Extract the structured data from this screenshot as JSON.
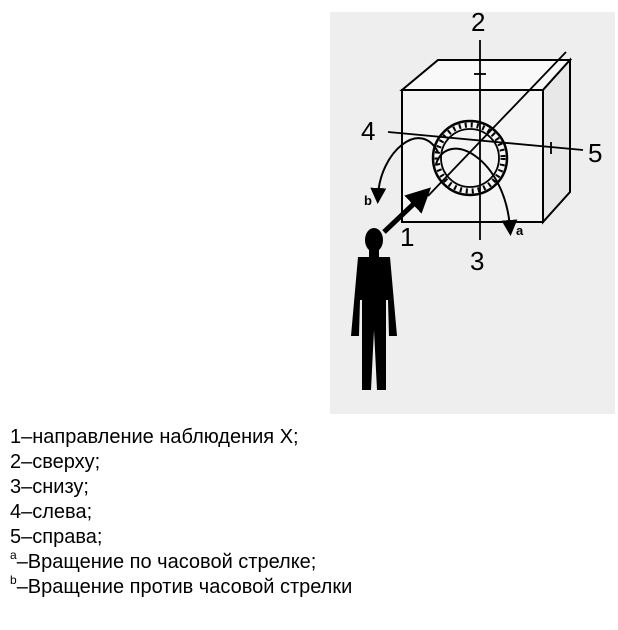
{
  "diagram": {
    "labels": {
      "n1": "1",
      "n2": "2",
      "n3": "3",
      "n4": "4",
      "n5": "5",
      "a": "a",
      "b": "b"
    }
  },
  "legend": {
    "items": [
      {
        "sup": "",
        "text": "1–направление наблюдения X;"
      },
      {
        "sup": "",
        "text": "2–сверху;"
      },
      {
        "sup": "",
        "text": "3–снизу;"
      },
      {
        "sup": "",
        "text": "4–слева;"
      },
      {
        "sup": "",
        "text": "5–справа;"
      },
      {
        "sup": "a",
        "text": "–Вращение по часовой стрелке;"
      },
      {
        "sup": "b",
        "text": "–Вращение против часовой стрелки"
      }
    ]
  }
}
